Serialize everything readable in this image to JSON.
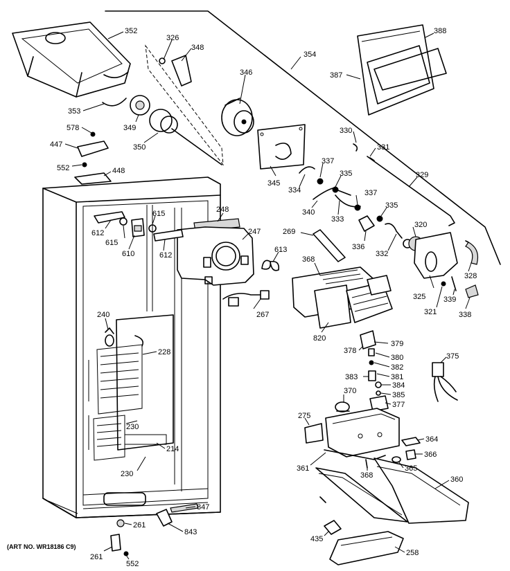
{
  "art_number": "(ART NO. WR18186 C9)",
  "labels": {
    "l352": "352",
    "l326": "326",
    "l348": "348",
    "l346": "346",
    "l354": "354",
    "l388": "388",
    "l387": "387",
    "l353": "353",
    "l349": "349",
    "l578": "578",
    "l350": "350",
    "l447": "447",
    "l552a": "552",
    "l448": "448",
    "l345": "345",
    "l330": "330",
    "l331": "331",
    "l337a": "337",
    "l335a": "335",
    "l329": "329",
    "l334": "334",
    "l340": "340",
    "l333": "333",
    "l337b": "337",
    "l335b": "335",
    "l248": "248",
    "l615a": "615",
    "l612a": "612",
    "l615b": "615",
    "l610": "610",
    "l612b": "612",
    "l247": "247",
    "l613": "613",
    "l269": "269",
    "l320": "320",
    "l336": "336",
    "l332": "332",
    "l368a": "368",
    "l328": "328",
    "l325": "325",
    "l321": "321",
    "l339": "339",
    "l338": "338",
    "l267": "267",
    "l240": "240",
    "l228": "228",
    "l820": "820",
    "l378": "378",
    "l379": "379",
    "l380": "380",
    "l382": "382",
    "l381": "381",
    "l383": "383",
    "l384": "384",
    "l385": "385",
    "l375": "375",
    "l370": "370",
    "l377": "377",
    "l230a": "230",
    "l214": "214",
    "l275": "275",
    "l364": "364",
    "l366": "366",
    "l230b": "230",
    "l361": "361",
    "l368b": "368",
    "l365": "365",
    "l360": "360",
    "l847": "847",
    "l261a": "261",
    "l843": "843",
    "l261b": "261",
    "l552b": "552",
    "l435": "435",
    "l258": "258"
  }
}
